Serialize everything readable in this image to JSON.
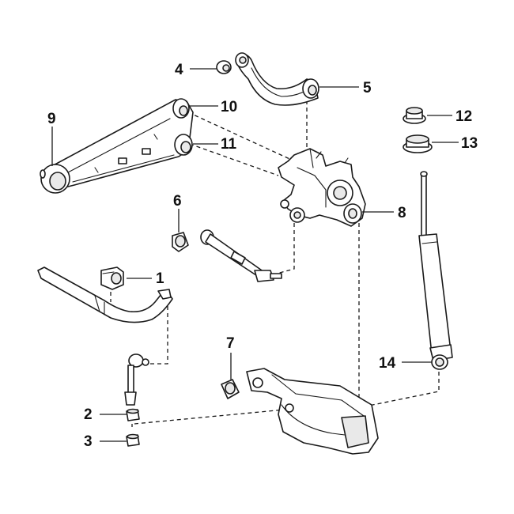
{
  "callouts": [
    {
      "id": "1",
      "label": "1"
    },
    {
      "id": "2",
      "label": "2"
    },
    {
      "id": "3",
      "label": "3"
    },
    {
      "id": "4",
      "label": "4"
    },
    {
      "id": "5",
      "label": "5"
    },
    {
      "id": "6",
      "label": "6"
    },
    {
      "id": "7",
      "label": "7"
    },
    {
      "id": "8",
      "label": "8"
    },
    {
      "id": "9",
      "label": "9"
    },
    {
      "id": "10",
      "label": "10"
    },
    {
      "id": "11",
      "label": "11"
    },
    {
      "id": "12",
      "label": "12"
    },
    {
      "id": "13",
      "label": "13"
    },
    {
      "id": "14",
      "label": "14"
    }
  ],
  "colors": {
    "line": "#1a1a1a",
    "background": "#ffffff",
    "shade": "#e9e9e9"
  }
}
